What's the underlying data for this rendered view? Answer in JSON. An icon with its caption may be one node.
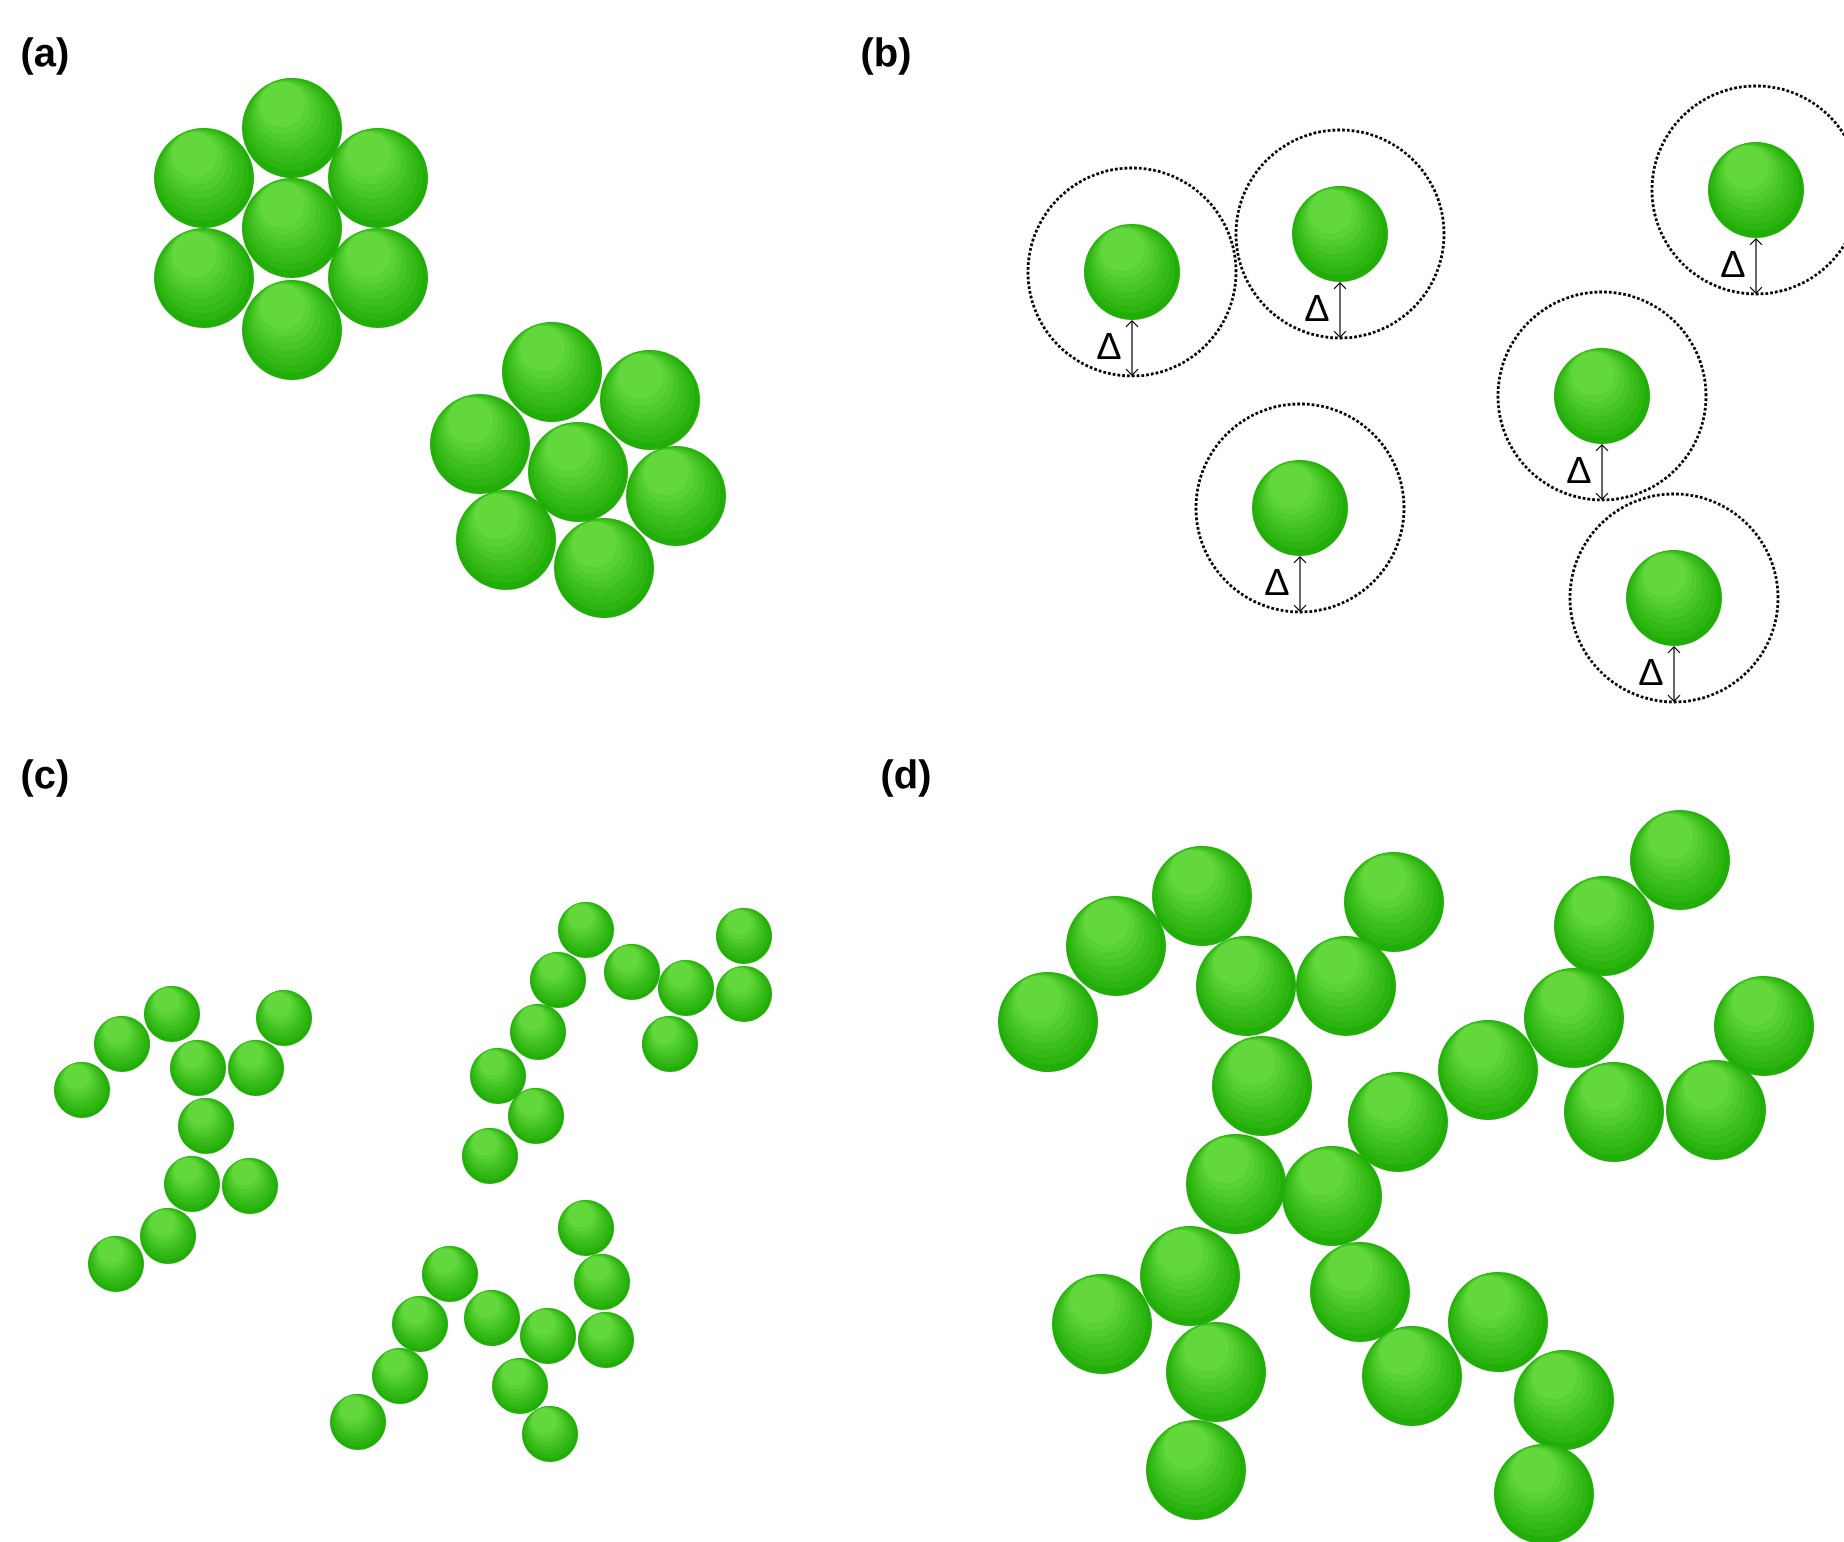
{
  "diagram": {
    "labels": [
      "(a)",
      "(b)",
      "(c)",
      "(d)",
      "Δ",
      "Δ",
      "Δ",
      "Δ",
      "Δ",
      "Δ"
    ]
  }
}
